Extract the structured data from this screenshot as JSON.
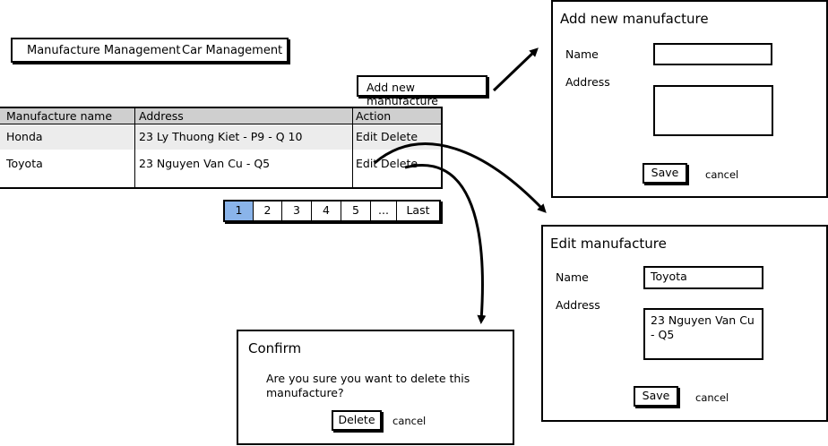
{
  "nav": {
    "items": [
      "Manufacture Management",
      "Car Management"
    ]
  },
  "toolbar": {
    "add_label": "Add new manufacture"
  },
  "table": {
    "headers": [
      "Manufacture name",
      "Address",
      "Action"
    ],
    "rows": [
      {
        "name": "Honda",
        "address": "23 Ly Thuong Kiet - P9 - Q 10",
        "edit": "Edit",
        "delete": "Delete"
      },
      {
        "name": "Toyota",
        "address": "23 Nguyen Van Cu - Q5",
        "edit": "Edit",
        "delete": "Delete"
      }
    ]
  },
  "pagination": {
    "pages": [
      "1",
      "2",
      "3",
      "4",
      "5",
      "...",
      "Last"
    ],
    "current": "1"
  },
  "add_dialog": {
    "title": "Add new manufacture",
    "name_label": "Name",
    "address_label": "Address",
    "name_value": "",
    "address_value": "",
    "save_label": "Save",
    "cancel_label": "cancel"
  },
  "edit_dialog": {
    "title": "Edit manufacture",
    "name_label": "Name",
    "address_label": "Address",
    "name_value": "Toyota",
    "address_value": "23 Nguyen Van Cu - Q5",
    "save_label": "Save",
    "cancel_label": "cancel"
  },
  "confirm_dialog": {
    "title": "Confirm",
    "message": "Are you sure you want to delete this manufacture?",
    "delete_label": "Delete",
    "cancel_label": "cancel"
  },
  "colors": {
    "header_bg": "#cfcfcf",
    "row_alt_bg": "#ececec",
    "active_page": "#8ab4ea"
  }
}
